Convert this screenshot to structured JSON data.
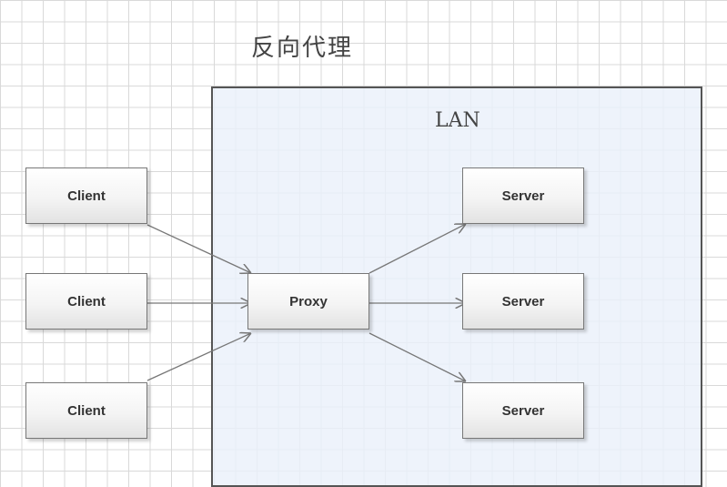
{
  "title": "反向代理",
  "lan_label": "LAN",
  "clients": [
    "Client",
    "Client",
    "Client"
  ],
  "proxy": "Proxy",
  "servers": [
    "Server",
    "Server",
    "Server"
  ]
}
